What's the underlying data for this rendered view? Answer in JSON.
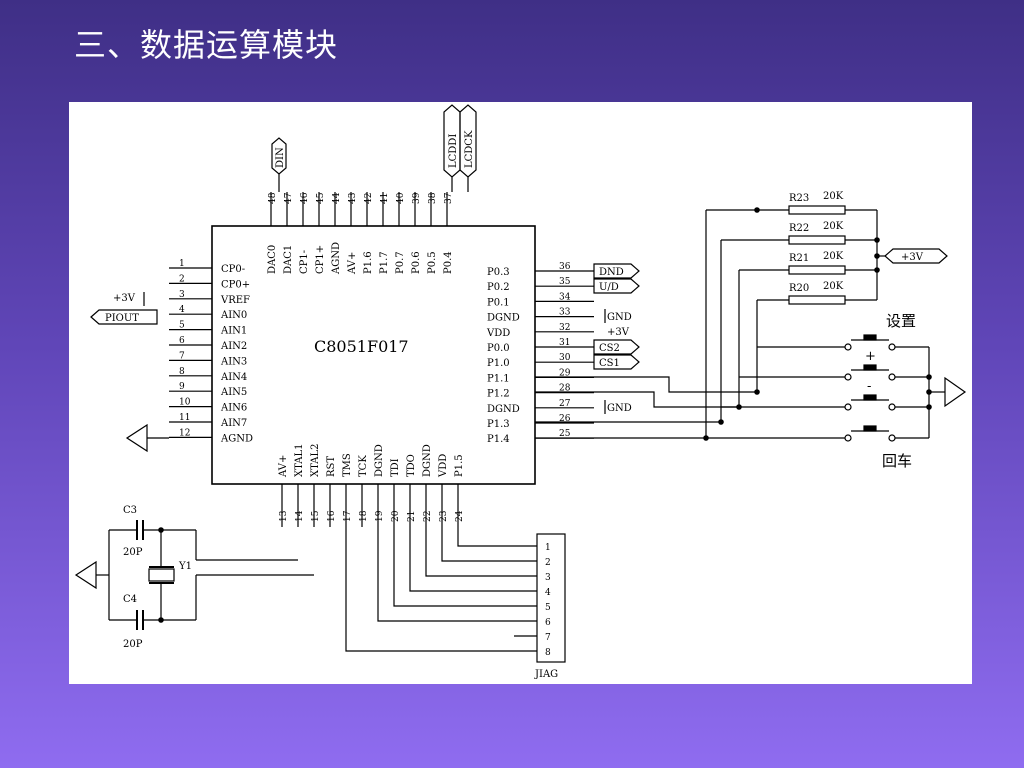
{
  "slide": {
    "title": "三、数据运算模块"
  },
  "schematic": {
    "chip_name": "C8051F017",
    "top_pins": [
      {
        "num": "48",
        "name": "DAC0"
      },
      {
        "num": "47",
        "name": "DAC1"
      },
      {
        "num": "46",
        "name": "CP1-"
      },
      {
        "num": "45",
        "name": "CP1+"
      },
      {
        "num": "44",
        "name": "AGND"
      },
      {
        "num": "43",
        "name": "AV+"
      },
      {
        "num": "42",
        "name": "P1.6"
      },
      {
        "num": "41",
        "name": "P1.7"
      },
      {
        "num": "40",
        "name": "P0.7"
      },
      {
        "num": "39",
        "name": "P0.6"
      },
      {
        "num": "38",
        "name": "P0.5"
      },
      {
        "num": "37",
        "name": "P0.4"
      }
    ],
    "left_pins": [
      {
        "num": "1",
        "name": "CP0-"
      },
      {
        "num": "2",
        "name": "CP0+"
      },
      {
        "num": "3",
        "name": "VREF"
      },
      {
        "num": "4",
        "name": "AIN0"
      },
      {
        "num": "5",
        "name": "AIN1"
      },
      {
        "num": "6",
        "name": "AIN2"
      },
      {
        "num": "7",
        "name": "AIN3"
      },
      {
        "num": "8",
        "name": "AIN4"
      },
      {
        "num": "9",
        "name": "AIN5"
      },
      {
        "num": "10",
        "name": "AIN6"
      },
      {
        "num": "11",
        "name": "AIN7"
      },
      {
        "num": "12",
        "name": "AGND"
      }
    ],
    "right_pins": [
      {
        "num": "36",
        "name": "P0.3"
      },
      {
        "num": "35",
        "name": "P0.2"
      },
      {
        "num": "34",
        "name": "P0.1"
      },
      {
        "num": "33",
        "name": "DGND"
      },
      {
        "num": "32",
        "name": "VDD"
      },
      {
        "num": "31",
        "name": "P0.0"
      },
      {
        "num": "30",
        "name": "P1.0"
      },
      {
        "num": "29",
        "name": "P1.1"
      },
      {
        "num": "28",
        "name": "P1.2"
      },
      {
        "num": "27",
        "name": "DGND"
      },
      {
        "num": "26",
        "name": "P1.3"
      },
      {
        "num": "25",
        "name": "P1.4"
      }
    ],
    "bottom_pins": [
      {
        "num": "13",
        "name": "AV+"
      },
      {
        "num": "14",
        "name": "XTAL1"
      },
      {
        "num": "15",
        "name": "XTAL2"
      },
      {
        "num": "16",
        "name": "RST"
      },
      {
        "num": "17",
        "name": "TMS"
      },
      {
        "num": "18",
        "name": "TCK"
      },
      {
        "num": "19",
        "name": "DGND"
      },
      {
        "num": "20",
        "name": "TDI"
      },
      {
        "num": "21",
        "name": "TDO"
      },
      {
        "num": "22",
        "name": "DGND"
      },
      {
        "num": "23",
        "name": "VDD"
      },
      {
        "num": "24",
        "name": "P1.5"
      }
    ],
    "top_signals": [
      "DIN",
      "LCDDI",
      "LCDCK"
    ],
    "left_signals": {
      "vref_supply": "+3V",
      "piout": "PIOUT"
    },
    "right_signals": {
      "dnd": "DND",
      "ud": "U/D",
      "gnd1": "GND",
      "v3": "+3V",
      "cs2": "CS2",
      "cs1": "CS1",
      "gnd2": "GND"
    },
    "resistors": [
      {
        "ref": "R23",
        "value": "20K"
      },
      {
        "ref": "R22",
        "value": "20K"
      },
      {
        "ref": "R21",
        "value": "20K"
      },
      {
        "ref": "R20",
        "value": "20K"
      }
    ],
    "supply_label": "+3V",
    "buttons": {
      "set_label": "设置",
      "enter_label": "回车",
      "plus": "+",
      "minus": "-"
    },
    "crystal": {
      "c3": "C3",
      "c3_val": "20P",
      "c4": "C4",
      "c4_val": "20P",
      "y1": "Y1"
    },
    "jtag": {
      "pins": [
        "1",
        "2",
        "3",
        "4",
        "5",
        "6",
        "7",
        "8"
      ],
      "label": "JIAG"
    }
  }
}
